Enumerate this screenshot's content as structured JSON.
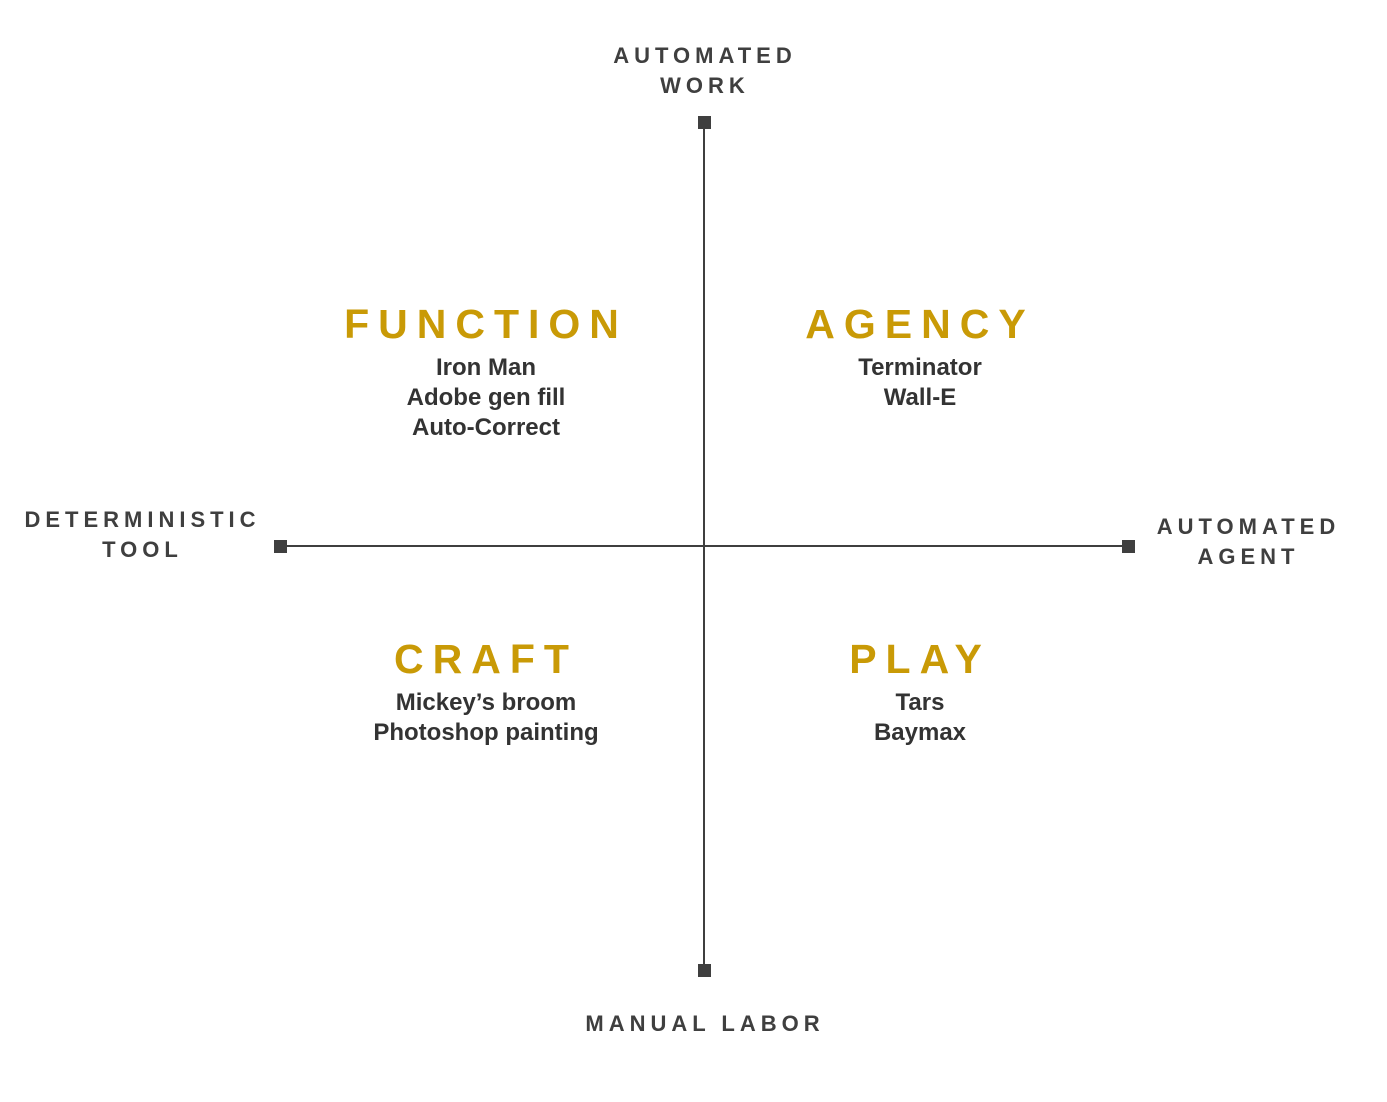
{
  "axes": {
    "top": [
      "AUTOMATED",
      "WORK"
    ],
    "bottom": [
      "MANUAL LABOR"
    ],
    "left": [
      "DETERMINISTIC",
      "TOOL"
    ],
    "right": [
      "AUTOMATED",
      "AGENT"
    ]
  },
  "quadrants": {
    "top_left": {
      "title": "FUNCTION",
      "items": [
        "Iron Man",
        "Adobe gen fill",
        "Auto-Correct"
      ]
    },
    "top_right": {
      "title": "AGENCY",
      "items": [
        "Terminator",
        "Wall-E"
      ]
    },
    "bottom_left": {
      "title": "CRAFT",
      "items": [
        "Mickey’s broom",
        "Photoshop painting"
      ]
    },
    "bottom_right": {
      "title": "PLAY",
      "items": [
        "Tars",
        "Baymax"
      ]
    }
  },
  "colors": {
    "title": "#c99a06",
    "axis": "#3f3f3f",
    "text": "#333333"
  }
}
